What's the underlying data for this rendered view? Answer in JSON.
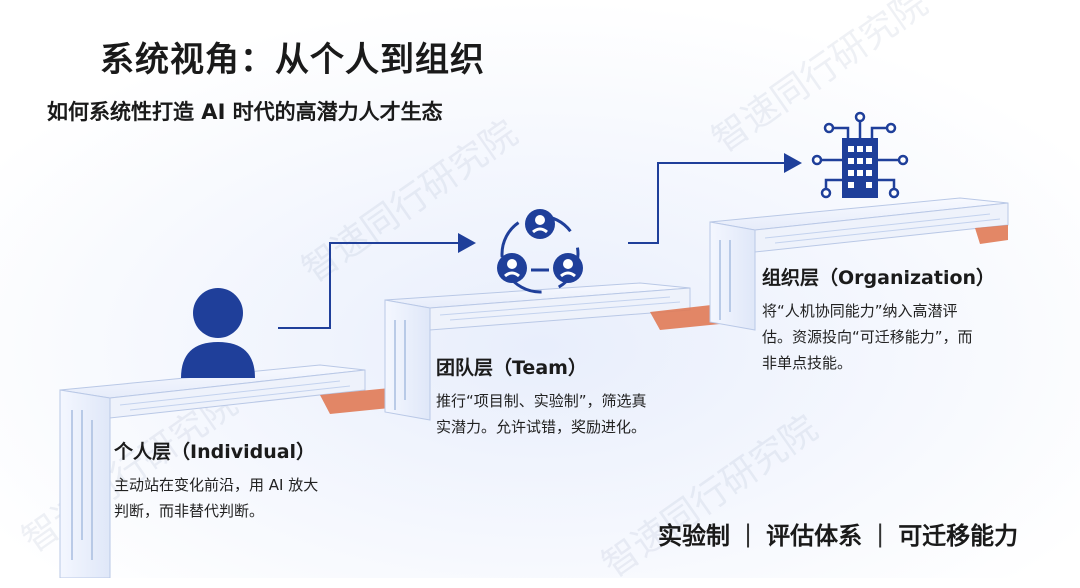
{
  "title": "系统视角：从个人到组织",
  "subtitle": "如何系统性打造 AI 时代的高潜力人才生态",
  "layers": [
    {
      "name": "个人层（Individual）",
      "desc_lines": [
        "主动站在变化前沿，用 AI 放大",
        "判断，而非替代判断。"
      ],
      "icon": "person-icon"
    },
    {
      "name": "团队层（Team）",
      "desc_lines": [
        "推行“项目制、实验制”，筛选真",
        "实潜力。允许试错，奖励进化。"
      ],
      "icon": "team-network-icon"
    },
    {
      "name": "组织层（Organization）",
      "desc_lines": [
        "将“人机协同能力”纳入高潜评",
        "估。资源投向“可迁移能力”，而",
        "非单点技能。"
      ],
      "icon": "building-network-icon"
    }
  ],
  "bottom_tags": [
    "实验制",
    "评估体系",
    "可迁移能力"
  ],
  "separator": "|",
  "watermark": "智速同行研究院",
  "colors": {
    "primary_blue": "#1f3f9a",
    "step_orange": "#e07a55",
    "circuit_blue": "#a8bde0"
  }
}
